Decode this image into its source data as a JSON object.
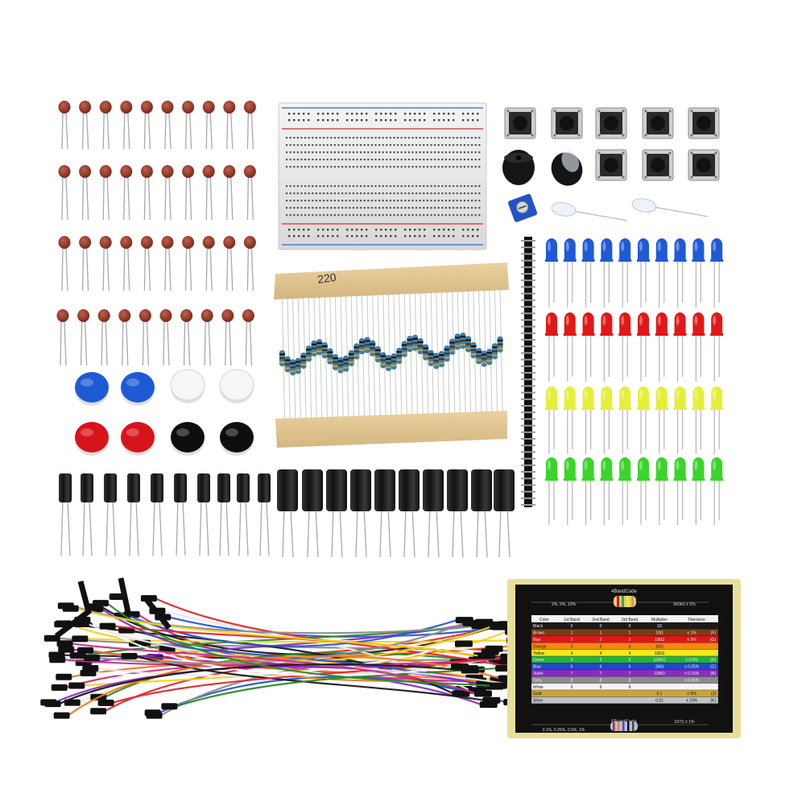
{
  "colors": {
    "background": "#ffffff",
    "ceramic_cap": "#9a3a2a",
    "led_blue": "#1f5ad6",
    "led_red": "#e01818",
    "led_yellow": "#e4ef3a",
    "led_green": "#3ad42a",
    "electrolytic_cap": "#1a1a1a",
    "card_bg": "#111111",
    "card_border": "#e6e09a"
  },
  "icons": [
    "ceramic-capacitor-icon",
    "breadboard-icon",
    "tact-switch-icon",
    "buzzer-icon",
    "potentiometer-icon",
    "led-icon",
    "pin-header-icon",
    "resistor-icon",
    "button-cap-icon",
    "electrolytic-capacitor-icon",
    "jumper-wire-icon",
    "resistor-color-code-card"
  ],
  "card": {
    "title_4band": "4BandCode",
    "title_5band": "5BandCode",
    "example_4band_left": "2%, 5%, 10%",
    "example_4band_right": "560kΩ ± 5%",
    "example_5band_left": "0.1%, 0.25%, 0.5%, 1%",
    "example_5band_right": "237Ω ± 1%",
    "headers": [
      "Color",
      "1st Band",
      "2nd Band",
      "3rd Band",
      "Multiplier",
      "Tolerance"
    ],
    "rows": [
      {
        "color": "Black",
        "b1": "0",
        "b2": "0",
        "b3": "0",
        "mult": "1Ω",
        "tol": ""
      },
      {
        "color": "Brown",
        "b1": "1",
        "b2": "1",
        "b3": "1",
        "mult": "10Ω",
        "tol": "± 1%",
        "code": "(F)"
      },
      {
        "color": "Red",
        "b1": "2",
        "b2": "2",
        "b3": "2",
        "mult": "100Ω",
        "tol": "± 2%",
        "code": "(G)"
      },
      {
        "color": "Orange",
        "b1": "3",
        "b2": "3",
        "b3": "3",
        "mult": "1KΩ",
        "tol": ""
      },
      {
        "color": "Yellow",
        "b1": "4",
        "b2": "4",
        "b3": "4",
        "mult": "10KΩ",
        "tol": ""
      },
      {
        "color": "Green",
        "b1": "5",
        "b2": "5",
        "b3": "5",
        "mult": "100KΩ",
        "tol": "± 0.5%",
        "code": "(D)"
      },
      {
        "color": "Blue",
        "b1": "6",
        "b2": "6",
        "b3": "6",
        "mult": "1MΩ",
        "tol": "± 0.25%",
        "code": "(C)"
      },
      {
        "color": "Violet",
        "b1": "7",
        "b2": "7",
        "b3": "7",
        "mult": "10MΩ",
        "tol": "± 0.10%",
        "code": "(B)"
      },
      {
        "color": "Grey",
        "b1": "8",
        "b2": "8",
        "b3": "8",
        "mult": "",
        "tol": "± 0.05%"
      },
      {
        "color": "White",
        "b1": "9",
        "b2": "9",
        "b3": "9",
        "mult": "",
        "tol": ""
      },
      {
        "color": "Gold",
        "b1": "",
        "b2": "",
        "b3": "",
        "mult": "0.1",
        "tol": "± 5%",
        "code": "(J)"
      },
      {
        "color": "Silver",
        "b1": "",
        "b2": "",
        "b3": "",
        "mult": "0.01",
        "tol": "± 10%",
        "code": "(K)"
      }
    ],
    "row_colors": [
      "#1a1a1a",
      "#7a3b12",
      "#e3141b",
      "#f28a10",
      "#f7e81a",
      "#22b33a",
      "#2546c9",
      "#8a2bc2",
      "#8c8c8c",
      "#f5f5f5",
      "#c9a53c",
      "#bfc3c7"
    ]
  },
  "breadboard": {
    "label": "220"
  }
}
